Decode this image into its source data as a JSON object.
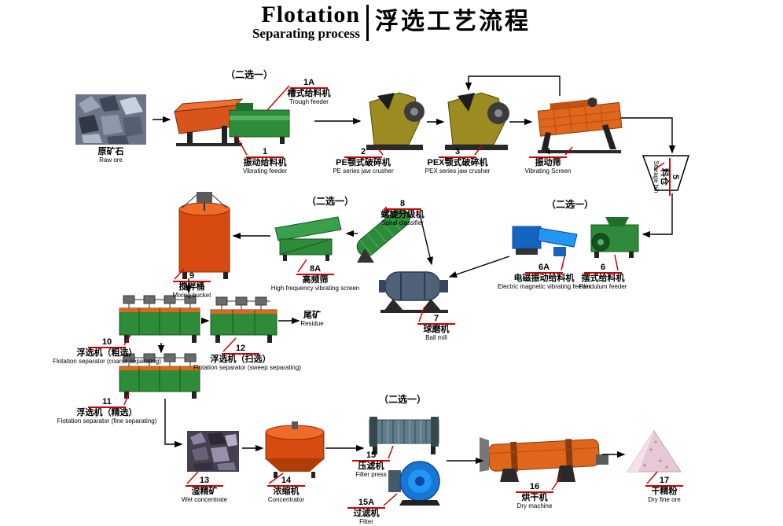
{
  "title": {
    "en_main": "Flotation",
    "en_sub": "Separating process",
    "zh": "浮选工艺流程"
  },
  "choose_one": "（二选一）",
  "colors": {
    "leader_line": "#d40000",
    "flow_arrow": "#000000",
    "machine_green": "#2e8b3a",
    "machine_orange": "#d9541a",
    "machine_blue": "#1976d2"
  },
  "nodes": [
    {
      "id": "raw-ore",
      "num": "",
      "zh": "原矿石",
      "en": "Raw ore"
    },
    {
      "id": "trough-feeder",
      "num": "1A",
      "zh": "槽式给料机",
      "en": "Trough feeder"
    },
    {
      "id": "vibrating-feeder",
      "num": "1",
      "zh": "振动给料机",
      "en": "Vibrating feeder"
    },
    {
      "id": "pe-jaw-crusher",
      "num": "2",
      "zh": "PE颚式破碎机",
      "en": "PE series jaw crusher"
    },
    {
      "id": "pex-jaw-crusher",
      "num": "3",
      "zh": "PEX颚式破碎机",
      "en": "PEX series jaw crusher"
    },
    {
      "id": "vibrating-screen",
      "num": "4",
      "zh": "振动筛",
      "en": "Vibrating Screen"
    },
    {
      "id": "storage-bin",
      "num": "5",
      "zh": "料仓",
      "en": "Storage bin"
    },
    {
      "id": "electromagnetic-feeder",
      "num": "6A",
      "zh": "电磁振动给料机",
      "en": "Electric magnetic vibrating feeder"
    },
    {
      "id": "pendulum-feeder",
      "num": "6",
      "zh": "摆式给料机",
      "en": "Pendulum feeder"
    },
    {
      "id": "spiral-classifier",
      "num": "8",
      "zh": "螺旋分级机",
      "en": "Spiral classifier"
    },
    {
      "id": "high-frequency-screen",
      "num": "8A",
      "zh": "高频筛",
      "en": "High frequency vibrating screen"
    },
    {
      "id": "ball-mill",
      "num": "7",
      "zh": "球磨机",
      "en": "Ball mill"
    },
    {
      "id": "mixing-bucket",
      "num": "9",
      "zh": "搅拌桶",
      "en": "Mixing bucket"
    },
    {
      "id": "flotation-coarse",
      "num": "10",
      "zh": "浮选机（粗选）",
      "en": "Flotation separator (coarse separating)"
    },
    {
      "id": "flotation-sweep",
      "num": "12",
      "zh": "浮选机（扫选）",
      "en": "Flotation separator (sweep separating)"
    },
    {
      "id": "residue",
      "num": "",
      "zh": "尾矿",
      "en": "Residue"
    },
    {
      "id": "flotation-fine",
      "num": "11",
      "zh": "浮选机（精选）",
      "en": "Flotation separator (fine separating)"
    },
    {
      "id": "wet-concentrate",
      "num": "13",
      "zh": "湿精矿",
      "en": "Wet concentrate"
    },
    {
      "id": "concentrator",
      "num": "14",
      "zh": "浓缩机",
      "en": "Concentrator"
    },
    {
      "id": "filter-press",
      "num": "15",
      "zh": "压滤机",
      "en": "Filter press"
    },
    {
      "id": "filter",
      "num": "15A",
      "zh": "过滤机",
      "en": "Filter"
    },
    {
      "id": "dryer",
      "num": "16",
      "zh": "烘干机",
      "en": "Dry machine"
    },
    {
      "id": "dry-fine-ore",
      "num": "17",
      "zh": "干精粉",
      "en": "Dry fine ore"
    }
  ]
}
